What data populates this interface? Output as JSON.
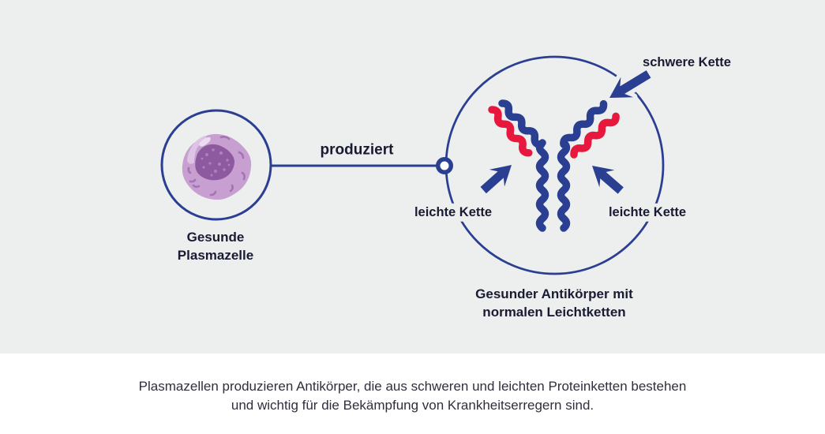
{
  "palette": {
    "panel_background": "#edefee",
    "footer_background": "#ffffff",
    "navy": "#2a3f92",
    "red": "#e8173e",
    "label_text": "#191a33",
    "caption_text": "#2f2f3d",
    "cell_body": "#c79fd0",
    "cell_nucleus": "#8e5a9f",
    "cell_marks": "#a574b4",
    "cell_highlight": "#ddc4e4"
  },
  "diagram": {
    "cell_label": [
      "Gesunde",
      "Plasmazelle"
    ],
    "produces_label": "produziert",
    "heavy_chain_label": "schwere Kette",
    "light_chain_label_left": "leichte Kette",
    "light_chain_label_right": "leichte Kette",
    "antibody_label": [
      "Gesunder Antikörper mit",
      "normalen Leichtketten"
    ]
  },
  "footer": {
    "line1": "Plasmazellen produzieren Antikörper, die aus schweren und leichten Proteinketten bestehen",
    "line2": "und wichtig für die Bekämpfung von Krankheitserregern sind."
  }
}
